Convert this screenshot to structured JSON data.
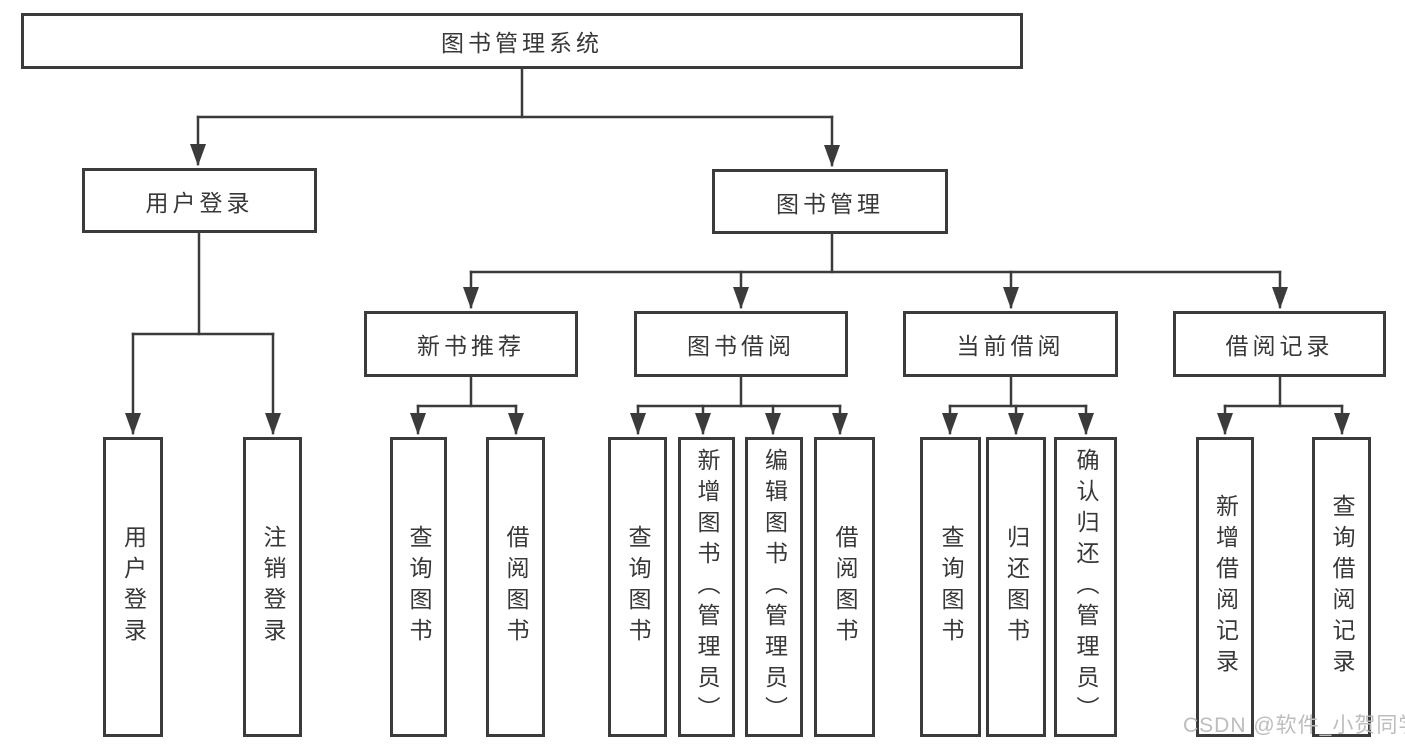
{
  "colors": {
    "line": "#3b3b3b",
    "box_border": "#3b3b3b",
    "box_background": "#ffffff",
    "text": "#383838",
    "watermark_text": "#bdbdbd"
  },
  "diagram": {
    "root": {
      "label": "图书管理系统"
    },
    "login": {
      "label": "用户登录",
      "children": [
        {
          "label": "用户登录"
        },
        {
          "label": "注销登录"
        }
      ]
    },
    "mgmt": {
      "label": "图书管理",
      "sections": [
        {
          "label": "新书推荐",
          "children": [
            {
              "label": "查询图书"
            },
            {
              "label": "借阅图书"
            }
          ]
        },
        {
          "label": "图书借阅",
          "children": [
            {
              "label": "查询图书"
            },
            {
              "label": "新增图书（管理员）"
            },
            {
              "label": "编辑图书（管理员）"
            },
            {
              "label": "借阅图书"
            }
          ]
        },
        {
          "label": "当前借阅",
          "children": [
            {
              "label": "查询图书"
            },
            {
              "label": "归还图书"
            },
            {
              "label": "确认归还（管理员）"
            }
          ]
        },
        {
          "label": "借阅记录",
          "children": [
            {
              "label": "新增借阅记录"
            },
            {
              "label": "查询借阅记录"
            }
          ]
        }
      ]
    }
  },
  "watermark": {
    "text": "CSDN @软件_小贺同学"
  }
}
